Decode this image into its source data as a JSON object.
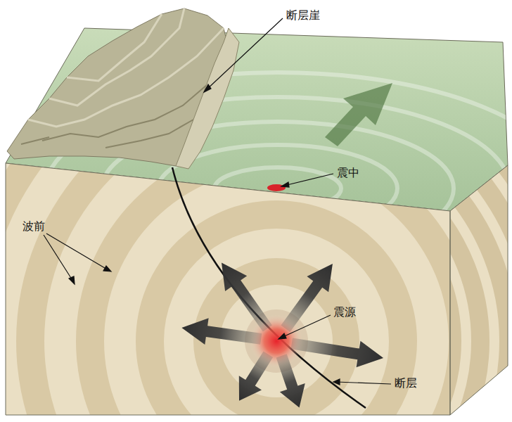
{
  "diagram": {
    "labels": [
      "断层崖",
      "震中",
      "波前",
      "震源",
      "断层"
    ]
  }
}
